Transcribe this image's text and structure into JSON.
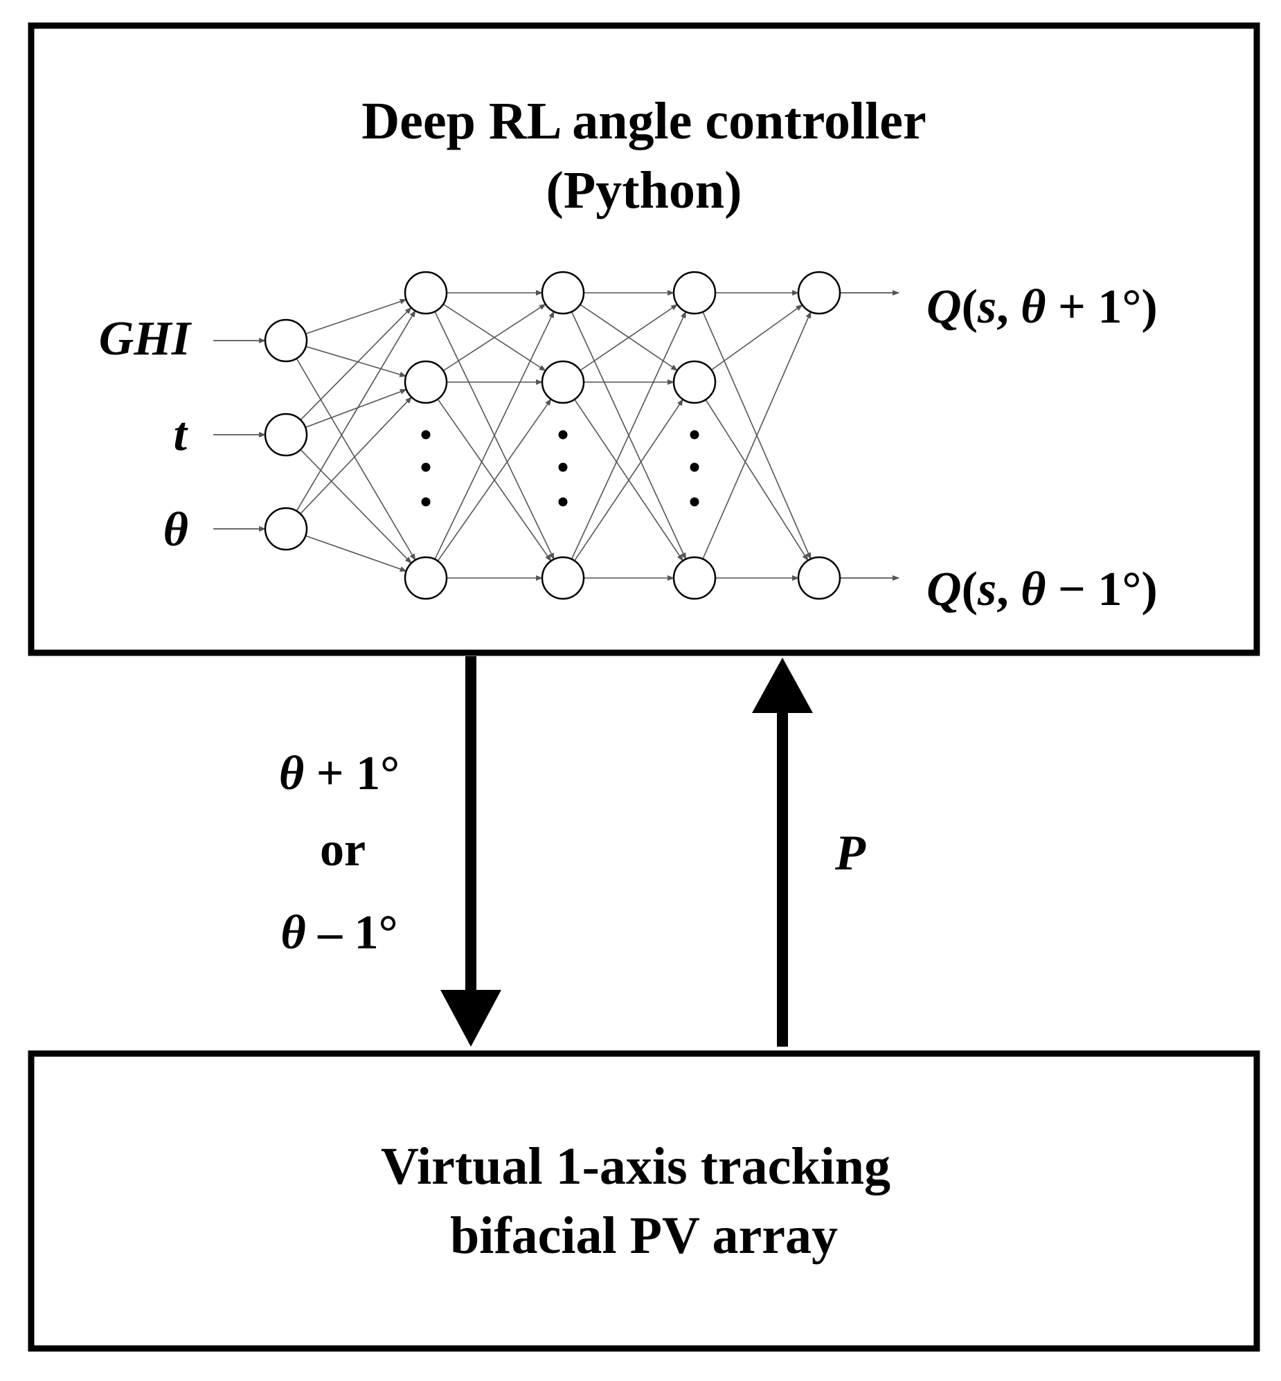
{
  "controller": {
    "title_line1": "Deep RL angle controller",
    "title_line2": "(Python)"
  },
  "array": {
    "title_line1": "Virtual 1-axis tracking",
    "title_line2": "bifacial PV array"
  },
  "network": {
    "inputs": [
      "GHI",
      "t",
      "θ"
    ],
    "outputs": [
      {
        "q": "Q",
        "open": "(",
        "s": "s",
        "comma": ", ",
        "theta": "θ",
        "rest": " + 1°)"
      },
      {
        "q": "Q",
        "open": "(",
        "s": "s",
        "comma": ", ",
        "theta": "θ",
        "rest": " − 1°)"
      }
    ]
  },
  "action_label": {
    "line1_theta": "θ",
    "line1_rest": " + 1°",
    "line2": "or",
    "line3_theta": "θ",
    "line3_rest": " – 1°"
  },
  "feedback_label": "P"
}
